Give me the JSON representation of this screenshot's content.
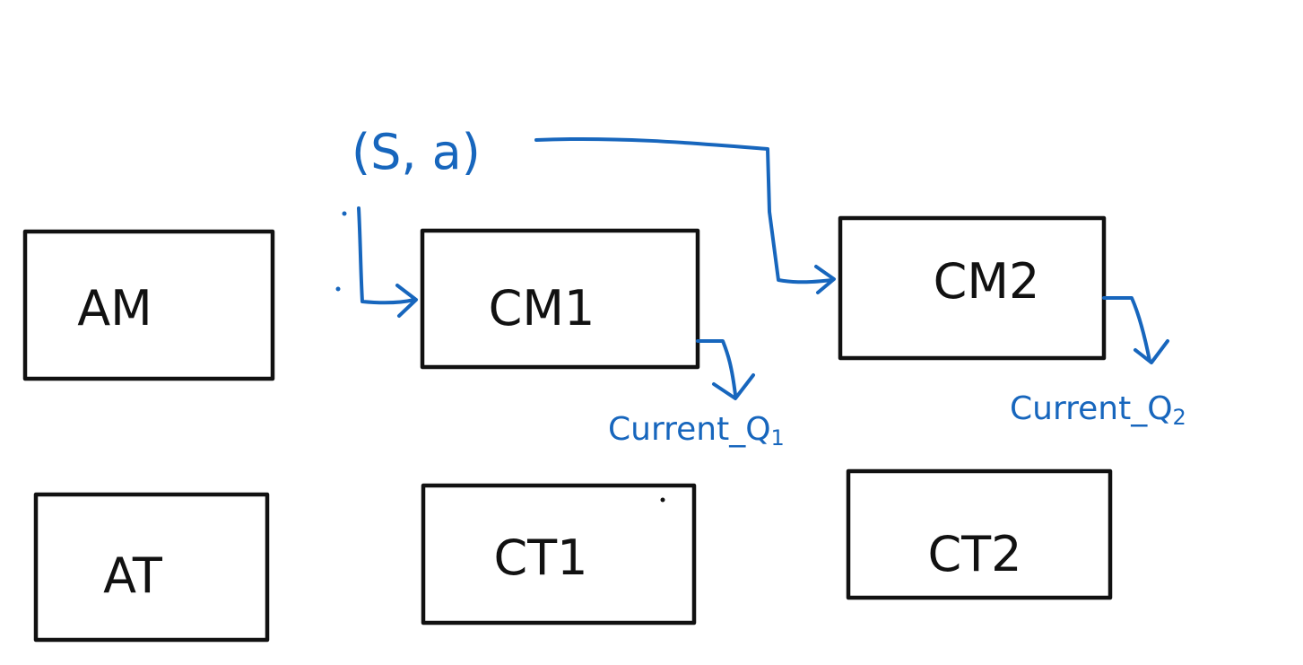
{
  "boxes": [
    {
      "id": "am",
      "label": "AM"
    },
    {
      "id": "at",
      "label": "AT"
    },
    {
      "id": "cm1",
      "label": "CM1"
    },
    {
      "id": "ct1",
      "label": "CT1"
    },
    {
      "id": "cm2",
      "label": "CM2"
    },
    {
      "id": "ct2",
      "label": "CT2"
    }
  ],
  "input": {
    "label": "(S, a)"
  },
  "outputs": [
    {
      "id": "q1",
      "prefix": "Current_Q",
      "subscript": "1"
    },
    {
      "id": "q2",
      "prefix": "Current_Q",
      "subscript": "2"
    }
  ],
  "colors": {
    "ink": "#111111",
    "accent": "#1766bd",
    "background": "#ffffff"
  }
}
